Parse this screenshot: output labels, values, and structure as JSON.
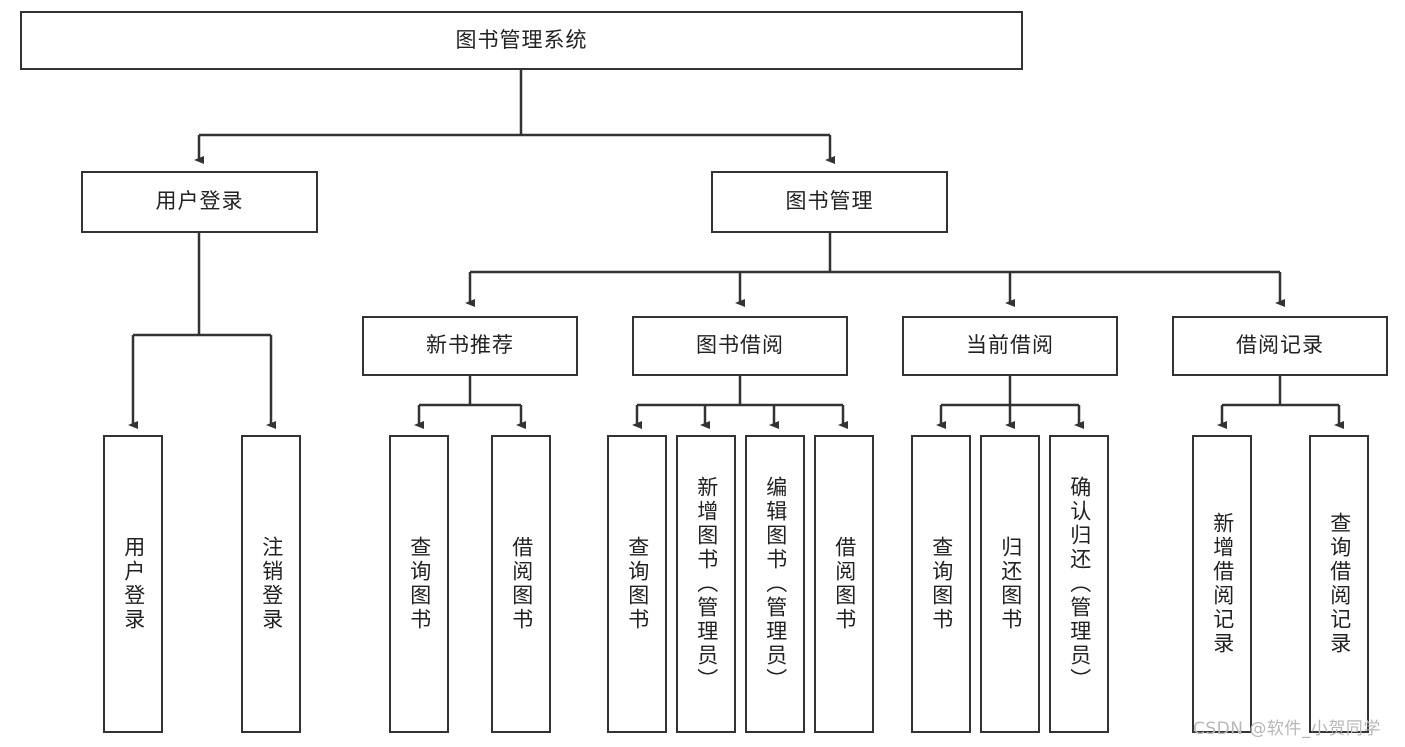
{
  "diagram": {
    "title": "图书管理系统",
    "watermark": "CSDN @软件_小贺同学",
    "stroke_color": "#333333",
    "background_color": "#ffffff",
    "text_color": "#222222",
    "watermark_color": "#b8b8b8"
  },
  "nodes": {
    "root": {
      "label": "图书管理系统",
      "level": 1,
      "orientation": "horizontal"
    },
    "user_login": {
      "label": "用户登录",
      "level": 2,
      "orientation": "horizontal"
    },
    "book_manage": {
      "label": "图书管理",
      "level": 2,
      "orientation": "horizontal"
    },
    "new_book_rec": {
      "label": "新书推荐",
      "level": 3,
      "orientation": "horizontal"
    },
    "book_borrow": {
      "label": "图书借阅",
      "level": 3,
      "orientation": "horizontal"
    },
    "current_borrow": {
      "label": "当前借阅",
      "level": 3,
      "orientation": "horizontal"
    },
    "borrow_record": {
      "label": "借阅记录",
      "level": 3,
      "orientation": "horizontal"
    },
    "leaf_user_login": {
      "label": "用户登录",
      "level": 4,
      "orientation": "vertical"
    },
    "leaf_logout": {
      "label": "注销登录",
      "level": 4,
      "orientation": "vertical"
    },
    "leaf_query_book_1": {
      "label": "查询图书",
      "level": 4,
      "orientation": "vertical"
    },
    "leaf_borrow_book_1": {
      "label": "借阅图书",
      "level": 4,
      "orientation": "vertical"
    },
    "leaf_query_book_2": {
      "label": "查询图书",
      "level": 4,
      "orientation": "vertical"
    },
    "leaf_add_book": {
      "label": "新增图书（管理员）",
      "level": 4,
      "orientation": "vertical"
    },
    "leaf_edit_book": {
      "label": "编辑图书（管理员）",
      "level": 4,
      "orientation": "vertical"
    },
    "leaf_borrow_book_2": {
      "label": "借阅图书",
      "level": 4,
      "orientation": "vertical"
    },
    "leaf_query_book_3": {
      "label": "查询图书",
      "level": 4,
      "orientation": "vertical"
    },
    "leaf_return_book": {
      "label": "归还图书",
      "level": 4,
      "orientation": "vertical"
    },
    "leaf_confirm_return": {
      "label": "确认归还（管理员）",
      "level": 4,
      "orientation": "vertical"
    },
    "leaf_add_record": {
      "label": "新增借阅记录",
      "level": 4,
      "orientation": "vertical"
    },
    "leaf_query_record": {
      "label": "查询借阅记录",
      "level": 4,
      "orientation": "vertical"
    }
  },
  "chart_data": {
    "type": "diagram",
    "title": "图书管理系统",
    "tree": [
      {
        "label": "图书管理系统",
        "children": [
          {
            "label": "用户登录",
            "children": [
              {
                "label": "用户登录"
              },
              {
                "label": "注销登录"
              }
            ]
          },
          {
            "label": "图书管理",
            "children": [
              {
                "label": "新书推荐",
                "children": [
                  {
                    "label": "查询图书"
                  },
                  {
                    "label": "借阅图书"
                  }
                ]
              },
              {
                "label": "图书借阅",
                "children": [
                  {
                    "label": "查询图书"
                  },
                  {
                    "label": "新增图书（管理员）"
                  },
                  {
                    "label": "编辑图书（管理员）"
                  },
                  {
                    "label": "借阅图书"
                  }
                ]
              },
              {
                "label": "当前借阅",
                "children": [
                  {
                    "label": "查询图书"
                  },
                  {
                    "label": "归还图书"
                  },
                  {
                    "label": "确认归还（管理员）"
                  }
                ]
              },
              {
                "label": "借阅记录",
                "children": [
                  {
                    "label": "新增借阅记录"
                  },
                  {
                    "label": "查询借阅记录"
                  }
                ]
              }
            ]
          }
        ]
      }
    ]
  }
}
